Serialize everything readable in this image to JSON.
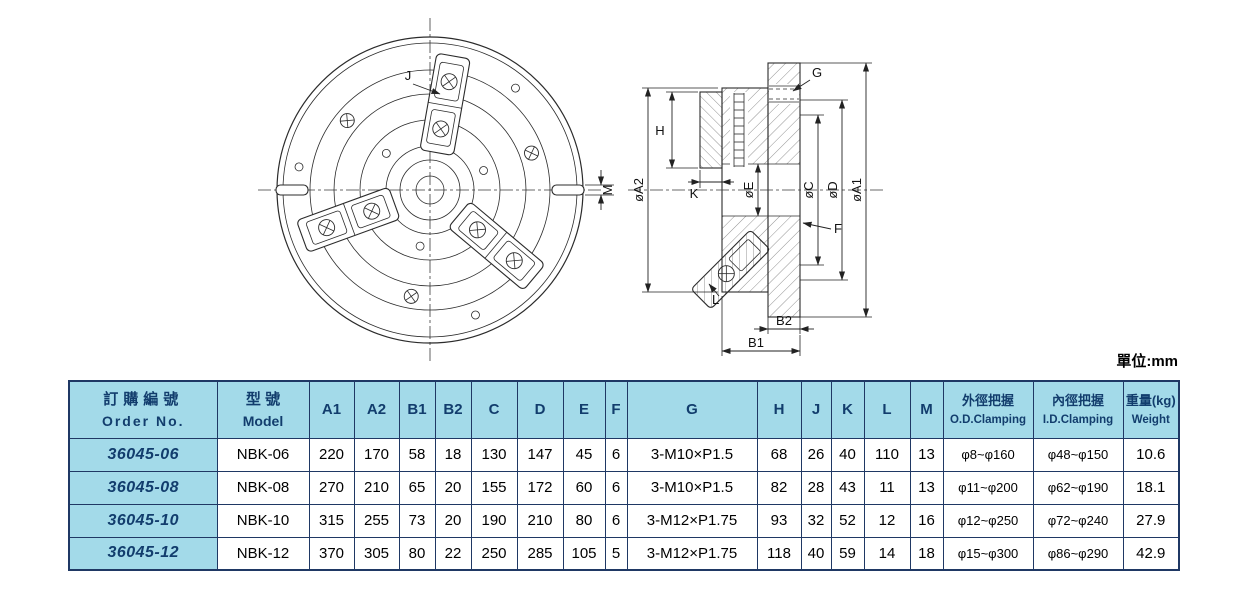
{
  "unit_label": "單位:mm",
  "drawing": {
    "front": {
      "J": "J",
      "M": "M"
    },
    "side": {
      "G": "G",
      "H": "H",
      "K": "K",
      "E": "øE",
      "A2": "øA2",
      "C": "øC",
      "D": "øD",
      "A1": "øA1",
      "F": "F",
      "L": "L",
      "B2": "B2",
      "B1": "B1"
    }
  },
  "table": {
    "header": {
      "order_no_zh": "訂購編號",
      "order_no_en": "Order No.",
      "model_zh": "型 號",
      "model_en": "Model",
      "dims": [
        "A1",
        "A2",
        "B1",
        "B2",
        "C",
        "D",
        "E",
        "F",
        "G",
        "H",
        "J",
        "K",
        "L",
        "M"
      ],
      "od_zh": "外徑把握",
      "od_en": "O.D.Clamping",
      "id_zh": "內徑把握",
      "id_en": "I.D.Clamping",
      "weight_zh": "重量(kg)",
      "weight_en": "Weight"
    },
    "rows": [
      {
        "order_no": "36045-06",
        "model": "NBK-06",
        "A1": "220",
        "A2": "170",
        "B1": "58",
        "B2": "18",
        "C": "130",
        "D": "147",
        "E": "45",
        "F": "6",
        "G": "3-M10×P1.5",
        "H": "68",
        "J": "26",
        "K": "40",
        "L": "110",
        "M": "13",
        "od_clamping": "φ8~φ160",
        "id_clamping": "φ48~φ150",
        "weight": "10.6"
      },
      {
        "order_no": "36045-08",
        "model": "NBK-08",
        "A1": "270",
        "A2": "210",
        "B1": "65",
        "B2": "20",
        "C": "155",
        "D": "172",
        "E": "60",
        "F": "6",
        "G": "3-M10×P1.5",
        "H": "82",
        "J": "28",
        "K": "43",
        "L": "11",
        "M": "13",
        "od_clamping": "φ11~φ200",
        "id_clamping": "φ62~φ190",
        "weight": "18.1"
      },
      {
        "order_no": "36045-10",
        "model": "NBK-10",
        "A1": "315",
        "A2": "255",
        "B1": "73",
        "B2": "20",
        "C": "190",
        "D": "210",
        "E": "80",
        "F": "6",
        "G": "3-M12×P1.75",
        "H": "93",
        "J": "32",
        "K": "52",
        "L": "12",
        "M": "16",
        "od_clamping": "φ12~φ250",
        "id_clamping": "φ72~φ240",
        "weight": "27.9"
      },
      {
        "order_no": "36045-12",
        "model": "NBK-12",
        "A1": "370",
        "A2": "305",
        "B1": "80",
        "B2": "22",
        "C": "250",
        "D": "285",
        "E": "105",
        "F": "5",
        "G": "3-M12×P1.75",
        "H": "118",
        "J": "40",
        "K": "59",
        "L": "14",
        "M": "18",
        "od_clamping": "φ15~φ300",
        "id_clamping": "φ86~φ290",
        "weight": "42.9"
      }
    ]
  }
}
